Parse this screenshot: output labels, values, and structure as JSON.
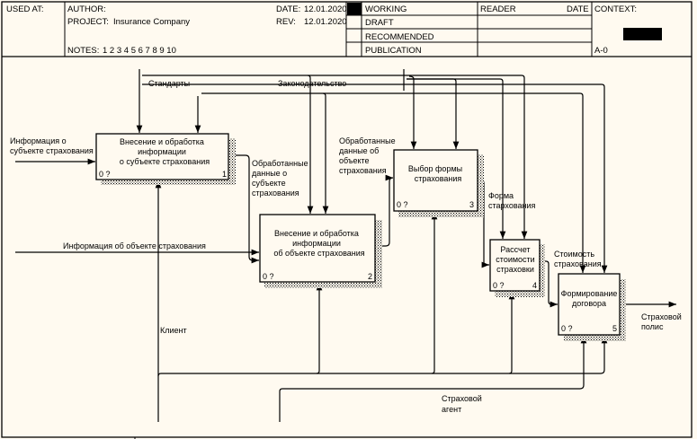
{
  "header": {
    "used_at": "USED AT:",
    "author": "AUTHOR:",
    "project_label": "PROJECT:",
    "project": "Insurance Company",
    "date_label": "DATE:",
    "date": "12.01.2020",
    "rev_label": "REV:",
    "rev": "12.01.2020",
    "notes_label": "NOTES:",
    "notes": "1  2  3  4  5  6  7  8  9  10",
    "status": [
      "WORKING",
      "DRAFT",
      "RECOMMENDED",
      "PUBLICATION"
    ],
    "status_selected": "WORKING",
    "reader": "READER",
    "reader_date": "DATE",
    "context": "CONTEXT:",
    "node": "A-0"
  },
  "boxes": [
    {
      "lines": [
        "Внесение и обработка",
        "информации",
        "о субъекте страхования"
      ],
      "cost": "0 ?",
      "num": "1"
    },
    {
      "lines": [
        "Внесение и обработка",
        "информации",
        "об объекте страхования"
      ],
      "cost": "0 ?",
      "num": "2"
    },
    {
      "lines": [
        "Выбор формы",
        "страхования"
      ],
      "cost": "0 ?",
      "num": "3"
    },
    {
      "lines": [
        "Рассчет",
        "стоимости",
        "страховки"
      ],
      "cost": "0 ?",
      "num": "4"
    },
    {
      "lines": [
        "Формирование",
        "договора"
      ],
      "cost": "0 ?",
      "num": "5"
    }
  ],
  "arrows": {
    "standards": "Стандарты",
    "law": "Законодательство",
    "subject_info": [
      "Информация о",
      "субъекте страхования"
    ],
    "object_info": "Информация об объекте страхования",
    "processed_subject": [
      "Обработанные",
      "данные о",
      "субъекте",
      "страхования"
    ],
    "processed_object": [
      "Обработанные",
      "данные об",
      "объекте",
      "страхования"
    ],
    "form": [
      "Форма",
      "стархования"
    ],
    "cost": [
      "Стоимость",
      "страхования"
    ],
    "policy": [
      "Страховой",
      "полис"
    ],
    "client": "Клиент",
    "agent": [
      "Страховой",
      "агент"
    ]
  }
}
